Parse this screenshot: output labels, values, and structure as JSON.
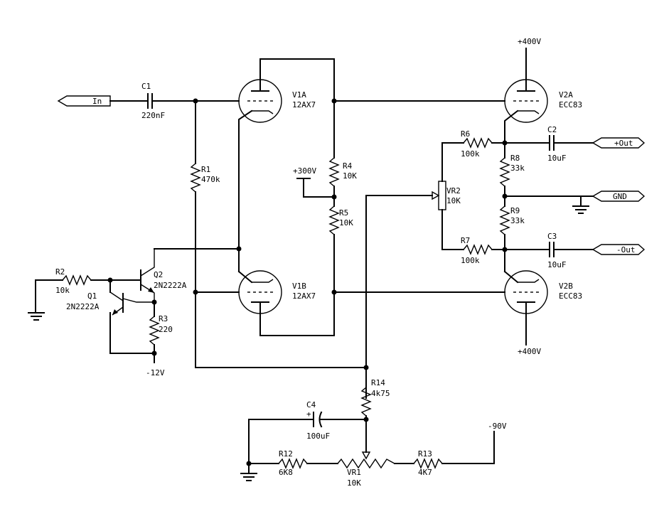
{
  "ports": {
    "in": "In",
    "plus_out": "+Out",
    "gnd": "GND",
    "minus_out": "-Out"
  },
  "supplies": {
    "v1": "+300V",
    "v2a": "+400V",
    "v2b": "+400V",
    "neg12": "-12V",
    "neg90": "-90V"
  },
  "components": {
    "c1": {
      "ref": "C1",
      "value": "220nF"
    },
    "r1": {
      "ref": "R1",
      "value": "470k"
    },
    "v1a": {
      "ref": "V1A",
      "value": "12AX7"
    },
    "v1b": {
      "ref": "V1B",
      "value": "12AX7"
    },
    "r4": {
      "ref": "R4",
      "value": "10K"
    },
    "r5": {
      "ref": "R5",
      "value": "10K"
    },
    "v2a": {
      "ref": "V2A",
      "value": "ECC83"
    },
    "v2b": {
      "ref": "V2B",
      "value": "ECC83"
    },
    "r6": {
      "ref": "R6",
      "value": "100k"
    },
    "r7": {
      "ref": "R7",
      "value": "100k"
    },
    "r8": {
      "ref": "R8",
      "value": "33k"
    },
    "r9": {
      "ref": "R9",
      "value": "33k"
    },
    "vr2": {
      "ref": "VR2",
      "value": "10K"
    },
    "c2": {
      "ref": "C2",
      "value": "10uF"
    },
    "c3": {
      "ref": "C3",
      "value": "10uF"
    },
    "r2": {
      "ref": "R2",
      "value": "10k"
    },
    "q1": {
      "ref": "Q1",
      "value": "2N2222A"
    },
    "q2": {
      "ref": "Q2",
      "value": "2N2222A"
    },
    "r3": {
      "ref": "R3",
      "value": "220"
    },
    "r14": {
      "ref": "R14",
      "value": "4k75"
    },
    "c4": {
      "ref": "C4",
      "value": "100uF",
      "polarity": "+"
    },
    "r12": {
      "ref": "R12",
      "value": "6K8"
    },
    "vr1": {
      "ref": "VR1",
      "value": "10K"
    },
    "r13": {
      "ref": "R13",
      "value": "4K7"
    }
  }
}
